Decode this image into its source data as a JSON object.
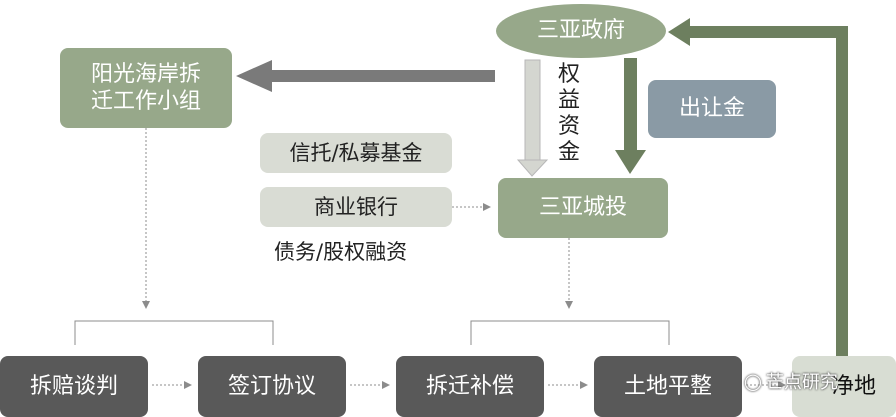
{
  "nodes": {
    "government": "三亚政府",
    "relocation_team": "阳光海岸拆迁工作小组",
    "trust_fund": "信托/私募基金",
    "commercial_bank": "商业银行",
    "sanya_chengtou": "三亚城投",
    "transfer_fee": "出让金",
    "negotiation": "拆赔谈判",
    "sign_agreement": "签订协议",
    "compensation": "拆迁补偿",
    "land_leveling": "土地平整",
    "clean_land": "净地"
  },
  "labels": {
    "equity_capital": "权益资金",
    "debt_equity_financing": "债务/股权融资"
  },
  "watermark": {
    "text": "芒点研究",
    "icon": "wechat-icon"
  },
  "colors": {
    "green_node": "#97a88a",
    "dark_node": "#595959",
    "light_node": "#d9dcd4",
    "blue_node": "#8a9aa5",
    "arrow_gray": "#7a7a7a",
    "arrow_green": "#6d7f5f"
  }
}
